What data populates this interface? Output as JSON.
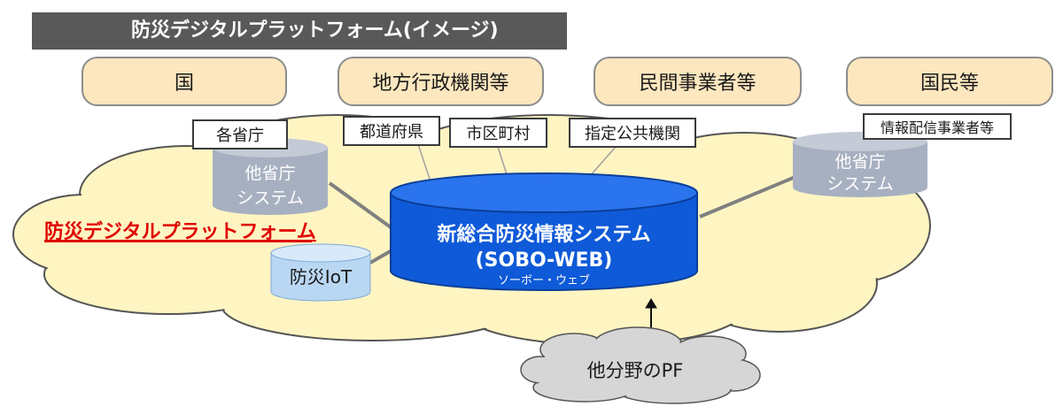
{
  "header": {
    "title": "防災デジタルプラットフォーム(イメージ)"
  },
  "actors": [
    {
      "label": "国"
    },
    {
      "label": "地方行政機関等"
    },
    {
      "label": "民間事業者等"
    },
    {
      "label": "国民等"
    }
  ],
  "labels": {
    "ministries": "各省庁",
    "prefectures": "都道府県",
    "municipalities": "市区町村",
    "designated_public": "指定公共機関",
    "info_distributors": "情報配信事業者等"
  },
  "platform": {
    "name": "防災デジタルプラットフォーム"
  },
  "systems": {
    "other_ministry_left": {
      "line1": "他省庁",
      "line2": "システム"
    },
    "other_ministry_right": {
      "line1": "他省庁",
      "line2": "システム"
    },
    "iot": {
      "label": "防災IoT"
    },
    "core": {
      "line1": "新総合防災情報システム",
      "line2": "(SOBO-WEB)",
      "reading": "ソーボー・ウェブ"
    }
  },
  "other_pf": {
    "label": "他分野のPF"
  },
  "colors": {
    "header_bg": "#595959",
    "pill_fill": "#fde7bf",
    "cloud_fill": "#fff5c2",
    "core_blue": "#0f5ad8",
    "gray_cylinder": "#a7b0c0",
    "iot_blue": "#b9d7f2",
    "platform_text_red": "#e00000",
    "other_pf_gray": "#d6d6d6"
  }
}
